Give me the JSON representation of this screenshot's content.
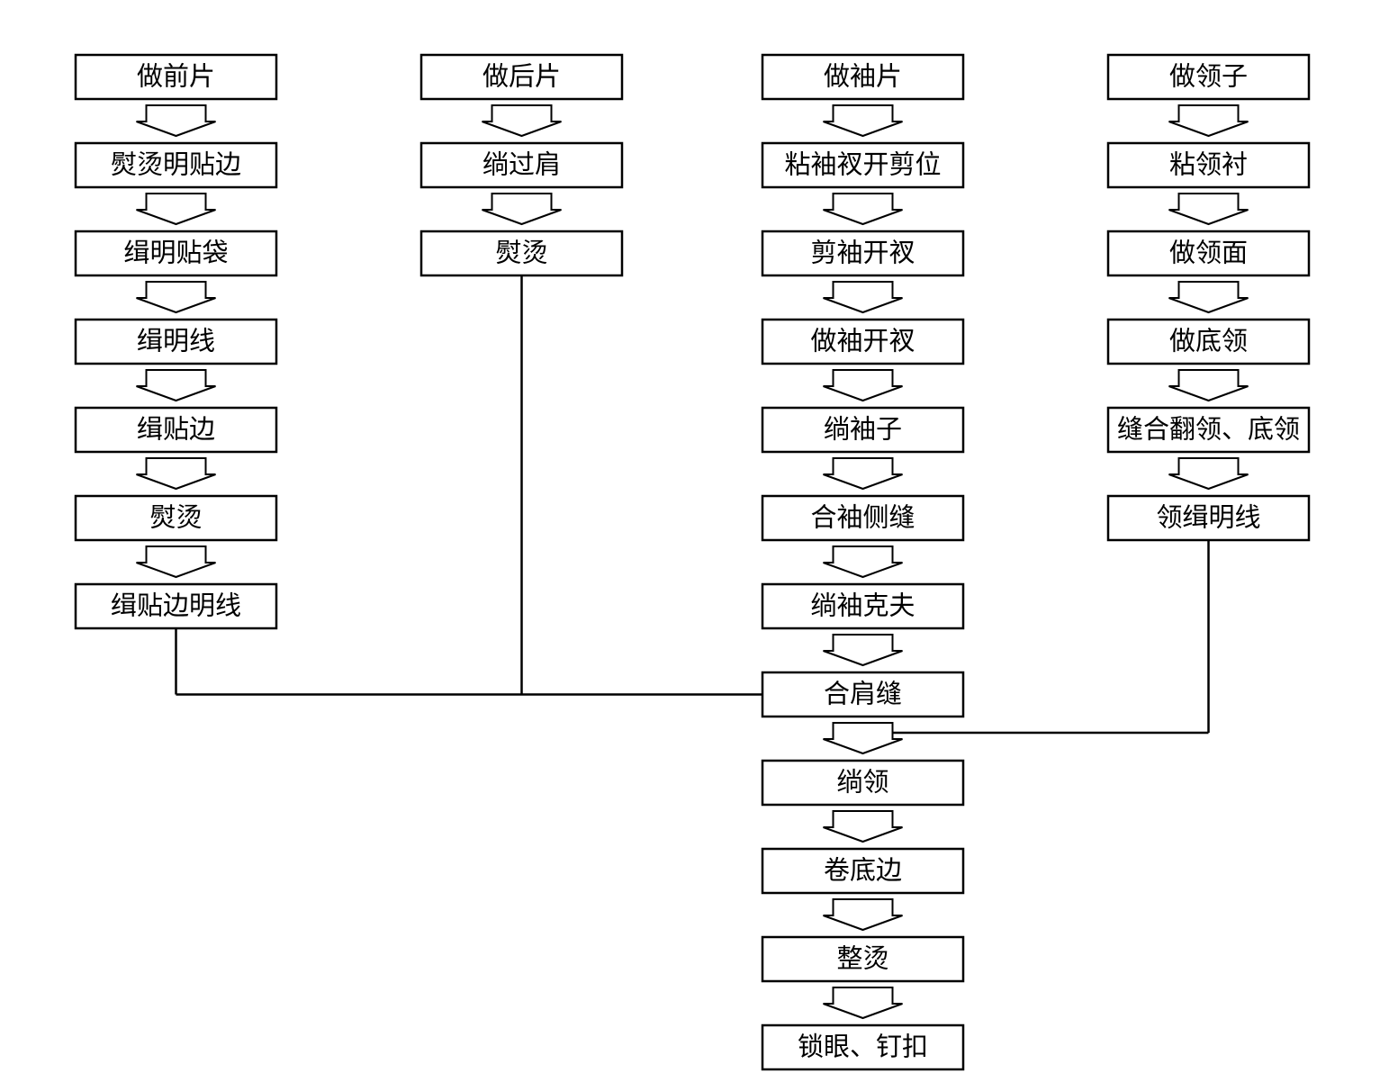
{
  "columns": [
    {
      "id": "front",
      "steps": [
        "做前片",
        "熨烫明贴边",
        "缉明贴袋",
        "缉明线",
        "缉贴边",
        "熨烫",
        "缉贴边明线"
      ]
    },
    {
      "id": "back",
      "steps": [
        "做后片",
        "绱过肩",
        "熨烫"
      ]
    },
    {
      "id": "sleeve",
      "steps": [
        "做袖片",
        "粘袖衩开剪位",
        "剪袖开衩",
        "做袖开衩",
        "绱袖子",
        "合袖侧缝",
        "绱袖克夫",
        "合肩缝",
        "绱领",
        "卷底边",
        "整烫",
        "锁眼、钉扣"
      ]
    },
    {
      "id": "collar",
      "steps": [
        "做领子",
        "粘领衬",
        "做领面",
        "做底领",
        "缝合翻领、底领",
        "领缉明线"
      ]
    }
  ],
  "connections": [
    {
      "from": "缉贴边明线",
      "to": "合肩缝"
    },
    {
      "from": "熨烫",
      "to": "合肩缝"
    },
    {
      "from": "领缉明线",
      "to": "绱领"
    }
  ]
}
